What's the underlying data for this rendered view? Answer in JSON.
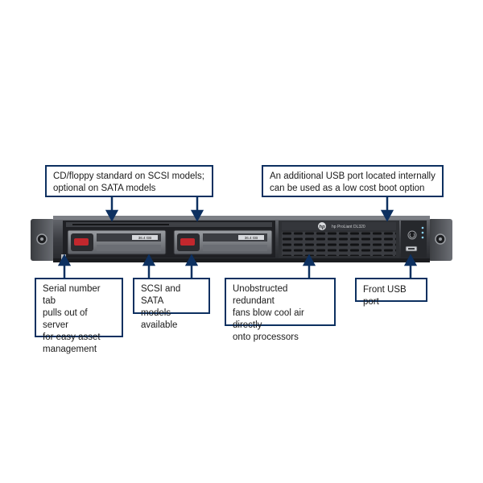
{
  "callouts": {
    "cd_floppy": "CD/floppy standard on SCSI models;\noptional on SATA models",
    "usb_internal": "An additional USB port located internally\ncan be used as a low cost boot option",
    "serial_tab": "Serial number tab\npulls out of server\nfor easy asset\nmanagement",
    "scsi_sata": "SCSI and SATA\nmodels available",
    "fans": "Unobstructed redundant\nfans blow cool air directly\nonto processors",
    "usb_front": "Front USB port"
  },
  "server": {
    "logo_text": "hp",
    "model_label": "hp ProLiant DL320",
    "drive_label_1": "36.4 GB",
    "drive_label_2": "36.4 GB"
  },
  "colors": {
    "callout_border": "#0d3060",
    "arrow": "#0d3060",
    "chassis_dark": "#2a2c30",
    "chassis_mid": "#55585e",
    "chassis_light": "#8d9096"
  }
}
